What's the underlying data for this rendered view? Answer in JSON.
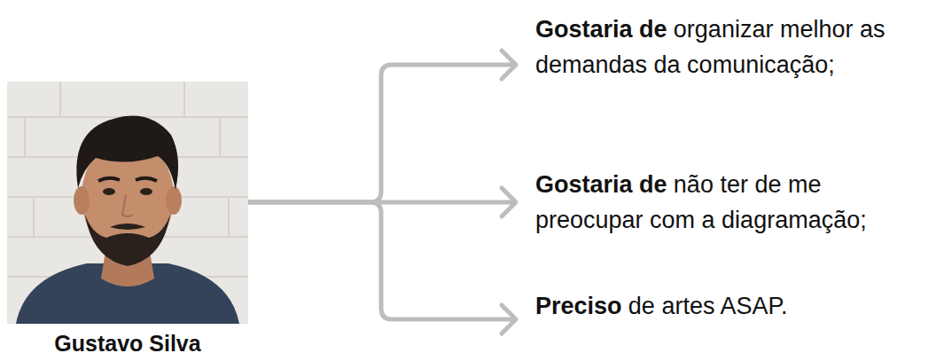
{
  "diagram": {
    "nodes": [
      {
        "text": [
          "Gustavo Silva"
        ]
      },
      {
        "text": [
          "Gostaria de",
          "organizar melhor as demandas da comunicação;"
        ]
      },
      {
        "text": [
          "Gostaria de",
          "não ter de me preocupar com a diagramação;"
        ]
      },
      {
        "text": [
          "Preciso",
          "de artes ASAP."
        ]
      }
    ],
    "edges": [
      {
        "from": 0,
        "to": 1,
        "arrow": "to"
      },
      {
        "from": 0,
        "to": 2,
        "arrow": "to"
      },
      {
        "from": 0,
        "to": 3,
        "arrow": "to"
      }
    ]
  }
}
